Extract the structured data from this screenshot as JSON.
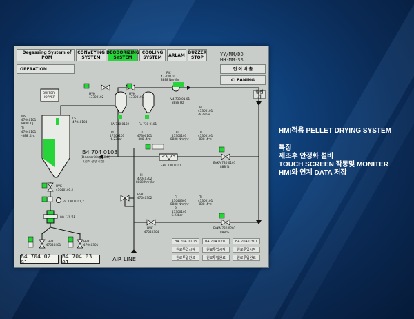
{
  "window_title": "Degassing System of POM",
  "top_buttons": {
    "conveying": "CONVEYING\nSYSTEM",
    "deodorizing": "DEODORIZING\nSYSTEM",
    "cooling": "COOLING\nSYSTEM",
    "alarm": "ARLAM",
    "buzzer": "BUZZER\nSTOP"
  },
  "clock": "YY/MM/DD HH:MM:SS",
  "operation": "OPERATION",
  "mode_label": "전 여 배 출",
  "cleaning": "CLEANING",
  "insert_btn": "집진기",
  "buffer_hopper": "BUFFER\nHOPPER",
  "silo": {
    "tag": "B4 704 0103",
    "name": "(Deodorizing SILO)",
    "sub": "(전조 정량 시간)"
  },
  "tags": {
    "ws": "WS",
    "ws_id": "47040101",
    "ws_val": "8888 Kg",
    "ti1": "TI",
    "ti1_id": "47040101",
    "ti1_val": "-888 .4℃",
    "ls": "LS",
    "ls_id": "47040104",
    "hvk1": "HVK",
    "hvk1_id": "47300102",
    "fa1": "FA 730 0102",
    "fa2": "FA 730 0101",
    "hvk2": "HVK",
    "hvk2_id": "47300101",
    "pic": "PIC",
    "pic_id": "47300101",
    "pic_val": "8888 Nm³/hr",
    "v4": "V4 730 01 01",
    "v4_val": "8888 Hz",
    "pi1": "PI",
    "pi1_id": "47300101",
    "pi1_val": "-6.23bar",
    "pi2": "PI",
    "pi2_id": "47300101",
    "pi2_val": "-6.23bar",
    "ti2": "TI",
    "ti2_id": "47300101",
    "ti2_val": "-888 .4℃",
    "ti3": "TI",
    "ti3_id": "47300201",
    "ti3_val": "-888 .4℃",
    "fi1": "FI",
    "fi1_id": "47300103",
    "fi1_val": "8888 Nm³/hr",
    "ti4": "TI",
    "ti4_id": "47300101",
    "ti4_val": "-888 .4℃",
    "eva1": "EVKA 730 0101",
    "eva1_val": "888 %",
    "eh": "EH4 730 0101",
    "fi2": "FI",
    "fi2_id": "47040302",
    "fi2_val": "8888 Nm³/hr",
    "hvk3": "HVK",
    "hvk3_id": "47040302",
    "fi3": "FI",
    "fi3_id": "47040301",
    "fi3_val": "8888 Nm³/hr",
    "ti5": "TI",
    "ti5_id": "47300101",
    "ti5_val": "-888 .4℃",
    "pi3": "PI",
    "pi3_id": "47300101",
    "pi3_val": "-6.23bar",
    "hvk4": "HVK",
    "hvk4_id": "47040304",
    "eva2": "EVKA 730 0201",
    "eva2_val": "888 %",
    "hvk5": "HVK",
    "hvk5_id": "47040101,2",
    "v4b": "V4 730 0201,2",
    "aa": "AA 719 01",
    "hvk6": "HVK",
    "hvk6_id": "47040401",
    "hvk7": "HVK",
    "hvk7_id": "47040301",
    "hvk8": "HVK",
    "hvk8_id": "47040301"
  },
  "bottom_tags": [
    "B4 704 02 01",
    "B4 704 03 01"
  ],
  "air_line": "AIR LINE",
  "control_groups": [
    {
      "tag": "B4 704 0103",
      "start": "원료투입시작",
      "end": "원료투입완료"
    },
    {
      "tag": "B4 704 0201",
      "start": "원료투입시작",
      "end": "원료투입완료"
    },
    {
      "tag": "B4 704 0301",
      "start": "원료투입시작",
      "end": "원료투입완료"
    }
  ],
  "side_panel": {
    "title": "HMI적용 PELLET DRYING SYSTEM",
    "lines": [
      "특징",
      "제조후 안정화 설비",
      "TOUCH SCREEN 작동및 MONITER",
      "HMI와 연계 DATA 저장"
    ]
  },
  "colors": {
    "accent_green": "#27d43a",
    "background": "#0f3f78",
    "hmi_panel": "#c9cdc9"
  }
}
